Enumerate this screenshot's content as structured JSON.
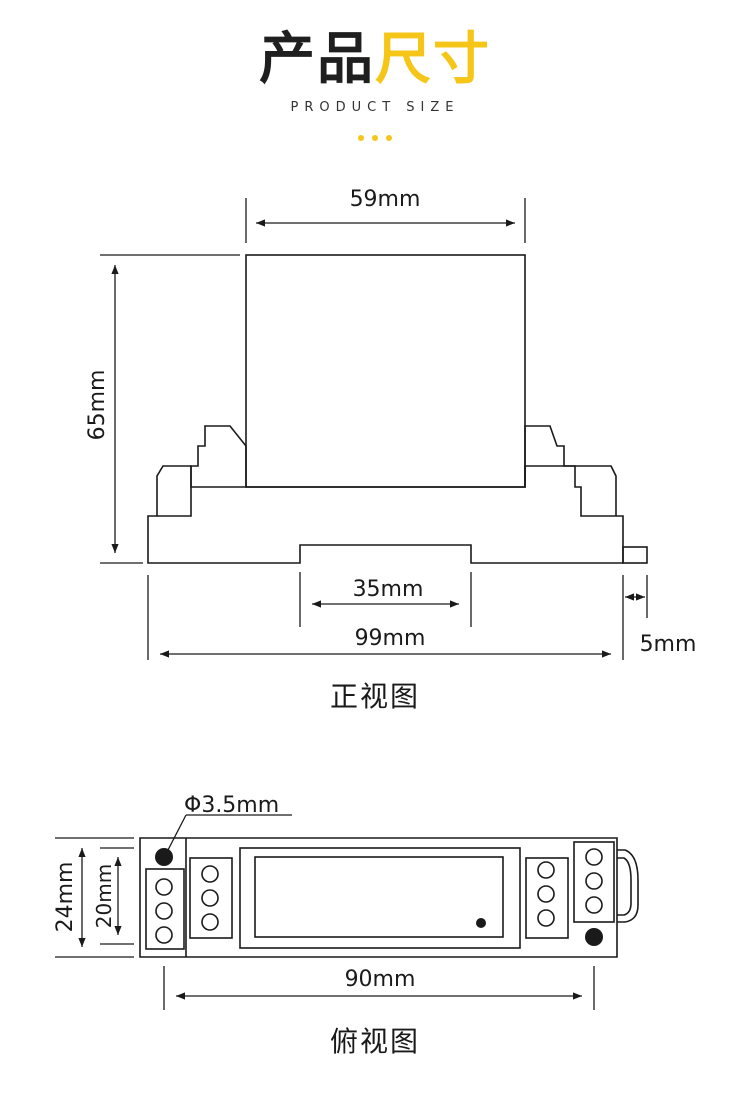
{
  "header": {
    "title_part1": "产品",
    "title_part2": "尺寸",
    "subtitle": "PRODUCT SIZE",
    "accent_color": "#f5c518"
  },
  "front_view": {
    "label": "正视图",
    "dims": {
      "width_top": "59mm",
      "height": "65mm",
      "slot": "35mm",
      "total_width": "99mm",
      "tab": "5mm"
    }
  },
  "top_view": {
    "label": "俯视图",
    "dims": {
      "hole": "Φ3.5mm",
      "outer_height": "24mm",
      "inner_height": "20mm",
      "length": "90mm"
    }
  }
}
